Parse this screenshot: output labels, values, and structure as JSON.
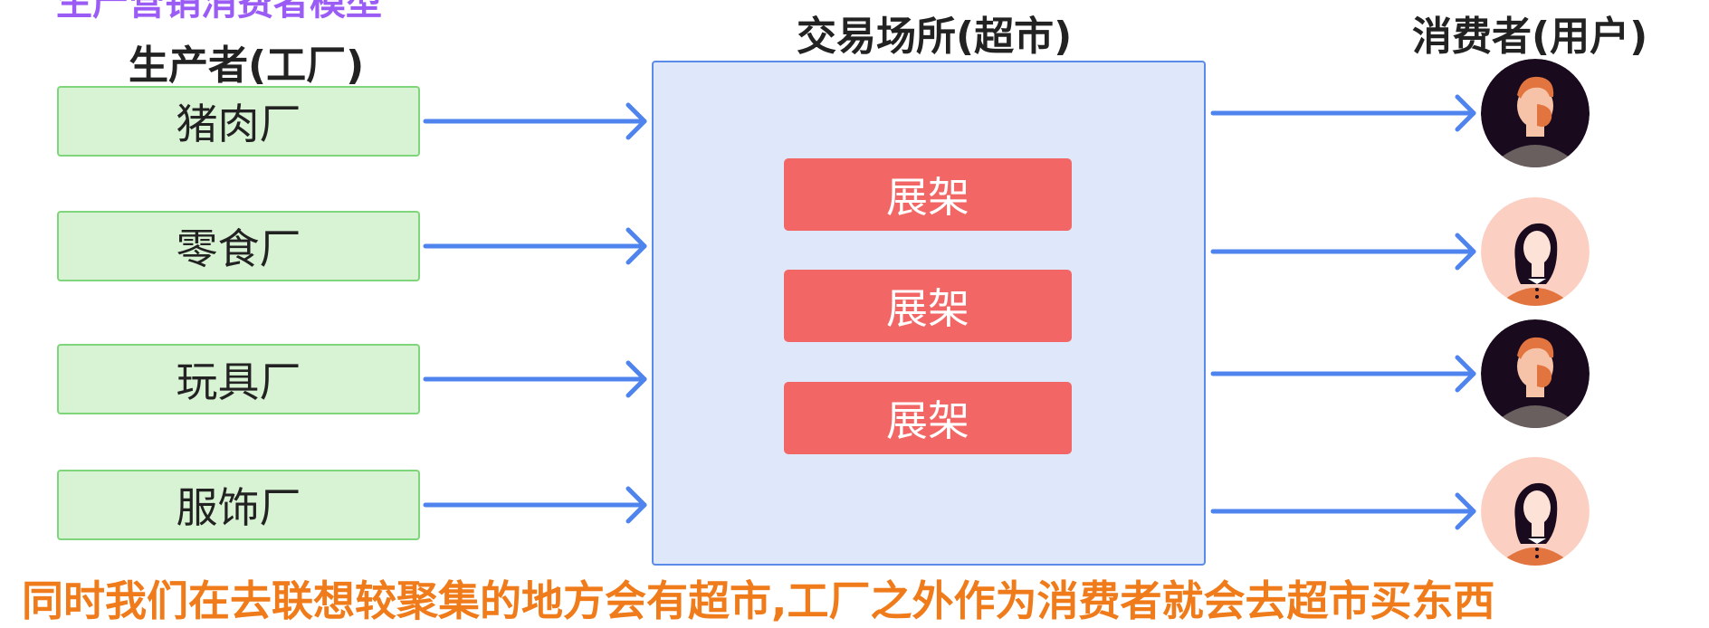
{
  "diagram": {
    "top_title": "生产营销消费者模型",
    "producer_title": "生产者(工厂)",
    "market_title": "交易场所(超市)",
    "consumer_title": "消费者(用户)",
    "factories": [
      {
        "label": "猪肉厂"
      },
      {
        "label": "零食厂"
      },
      {
        "label": "玩具厂"
      },
      {
        "label": "服饰厂"
      }
    ],
    "shelves": [
      {
        "label": "展架"
      },
      {
        "label": "展架"
      },
      {
        "label": "展架"
      }
    ],
    "consumers": [
      {
        "icon": "male-avatar-icon"
      },
      {
        "icon": "female-avatar-icon"
      },
      {
        "icon": "male-avatar-icon"
      },
      {
        "icon": "female-avatar-icon"
      }
    ],
    "bottom_note": "同时我们在去联想较聚集的地方会有超市,工厂之外作为消费者就会去超市买东西"
  },
  "colors": {
    "arrow": "#4f84ee",
    "factory_fill": "#d8f3d4",
    "factory_border": "#7fd67a",
    "market_fill": "#dfe8fb",
    "market_border": "#5b8bea",
    "shelf_fill": "#f26766",
    "title_purple": "#9b5cf6",
    "note_orange": "#f07b1a"
  }
}
